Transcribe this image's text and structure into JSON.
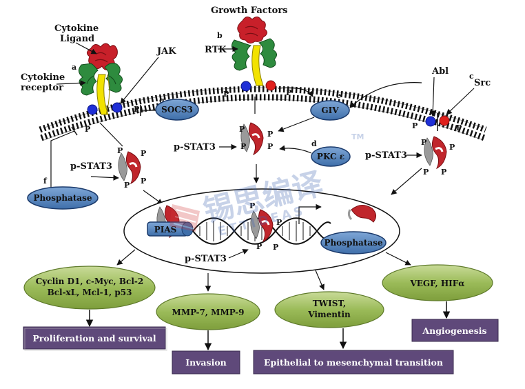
{
  "labels": {
    "growth_factors": "Growth Factors",
    "cytokine": "Cytokine",
    "ligand": "Ligand",
    "cytokine2": "Cytokine",
    "receptor": "receptor",
    "jak": "JAK",
    "rtk": "RTK",
    "abl": "Abl",
    "src": "Src",
    "socs3": "SOCS3",
    "giv": "GIV",
    "pkc": "PKC ε",
    "phosphatase_left": "Phosphatase",
    "phosphatase_nuc": "Phosphatase",
    "pias": "PIAS",
    "pstat3_left": "p-STAT3",
    "pstat3_mid": "p-STAT3",
    "pstat3_right": "p-STAT3",
    "pstat3_nuc": "p-STAT3",
    "p": "P"
  },
  "letters": {
    "a": "a",
    "b": "b",
    "c": "c",
    "d": "d",
    "e": "e",
    "f": "f",
    "g": "g",
    "h": "h",
    "i": "i"
  },
  "genes": {
    "cyclin_line1": "Cyclin D1, c-Myc, Bcl-2",
    "cyclin_line2": "Bcl-xL, Mcl-1, p53",
    "mmp": "MMP-7, MMP-9",
    "twist_line1": "TWIST,",
    "twist_line2": "Vimentin",
    "vegf": "VEGF, HIFα"
  },
  "outcomes": {
    "proliferation": "Proliferation and survival",
    "invasion": "Invasion",
    "emt": "Epithelial to mesenchymal transition",
    "angiogenesis": "Angiogenesis"
  },
  "watermark": {
    "chars": "锡思编译",
    "latin": "ETTIDEAS",
    "tm": "TM"
  },
  "colors": {
    "oval_blue": "#4f81bd",
    "oval_green": "#9bbb59",
    "box_purple": "#5f497a",
    "stat_red": "#c0262c",
    "helix_yellow": "#f2e200",
    "receptor_green": "#2e8b3e",
    "ligand_red": "#c8202a",
    "blue_dot": "#1f2fd6",
    "red_dot": "#e0201c"
  }
}
